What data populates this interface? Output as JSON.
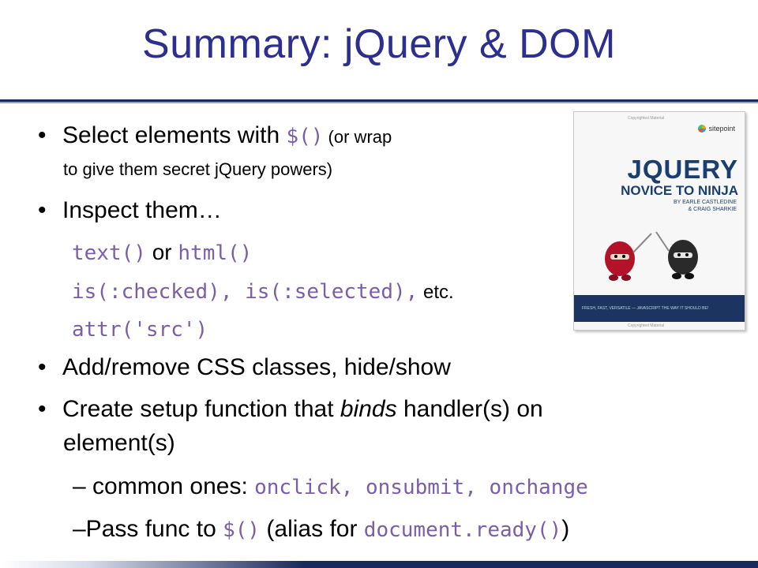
{
  "slide": {
    "title": "Summary: jQuery & DOM",
    "bullets": [
      {
        "parts": [
          "Select elements with ",
          "$()",
          " (or wrap"
        ],
        "continuation": "to give them secret jQuery powers)"
      },
      {
        "text": "Inspect them…"
      },
      {
        "text": "Add/remove CSS classes, hide/show"
      },
      {
        "parts": [
          "Create setup function that ",
          "binds",
          " handler(s) on"
        ],
        "continuation": "element(s)"
      }
    ],
    "code_lines": [
      {
        "parts": [
          "text()",
          " or ",
          "html()"
        ]
      },
      {
        "parts": [
          "is(:checked), is(:selected),",
          " etc."
        ]
      },
      {
        "parts": [
          "attr('src')"
        ]
      }
    ],
    "sub_bullets": [
      {
        "parts": [
          "–  common ones: ",
          "onclick, onsubmit, onchange"
        ]
      },
      {
        "parts": [
          "–Pass func to ",
          "$()",
          " (alias for ",
          "document.ready()",
          ")"
        ]
      }
    ],
    "bullet_glyph": "•"
  },
  "book_cover": {
    "top_tiny_text": "Copyrighted Material",
    "publisher": "sitepoint",
    "title": "JQUERY",
    "subtitle": "NOVICE TO NINJA",
    "authors_line1": "BY EARLE CASTLEDINE",
    "authors_line2": "& CRAIG SHARKIE",
    "band_text": "FRESH, FAST, VERSATILE — JAVASCRIPT THE WAY IT SHOULD BE!",
    "bottom_tiny_text": "Copyrighted Material"
  },
  "colors": {
    "title": "#2e2e8f",
    "code": "#7a5ea8",
    "rule": "#1b2a5c",
    "book_blue": "#1a3f6e"
  }
}
